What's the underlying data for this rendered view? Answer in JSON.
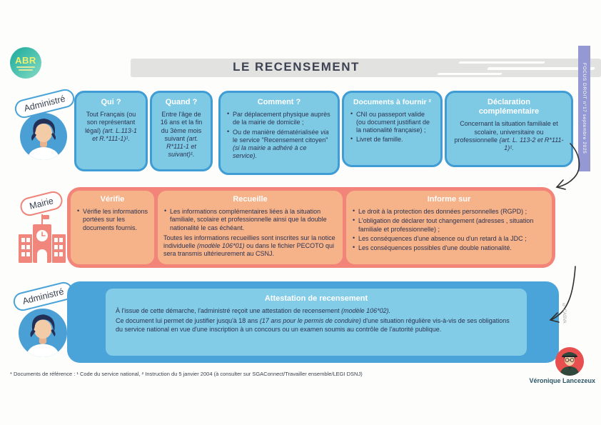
{
  "page": {
    "title": "LE RECENSEMENT",
    "side_banner": "FOCUS DROIT n°17 septembre 2025",
    "logo_text": "ABR",
    "footnote": "* Documents de référence : ¹ Code du service national, ² Instruction du 5 janvier 2004 (à consulter sur SGAConnect/Travailler ensemble/LEGI DSNJ)",
    "author": "Véronique Lancezeux",
    "copyright": "© CASVA"
  },
  "labels": {
    "administre_top": "Administré",
    "mairie": "Mairie",
    "administre_bottom": "Administré"
  },
  "colors": {
    "blue_border": "#3f9cd4",
    "blue_fill": "#7ecae5",
    "coral": "#f2847a",
    "orange_fill": "#f6b289",
    "row3_blue": "#4aa4d9",
    "banner_purple": "#9499d3",
    "logo_teal": "#2fb3a3",
    "author_avatar_red": "#e8504f"
  },
  "row1": [
    {
      "title": "Qui ?",
      "segments": [
        {
          "t": "Tout Français (ou son représentant légal) "
        },
        {
          "t": "(art. L.113-1 et R.*111-1)¹.",
          "i": true
        }
      ]
    },
    {
      "title": "Quand ?",
      "segments": [
        {
          "t": "Entre l'âge de 16 ans et la fin du 3ème mois suivant "
        },
        {
          "t": "(art. R*111-1 et suivant)¹.",
          "i": true
        }
      ]
    },
    {
      "title": "Comment ?",
      "items": [
        [
          {
            "t": "Par déplacement physique auprès de la mairie de domicile ;"
          }
        ],
        [
          {
            "t": "Ou de manière dématérialisée "
          },
          {
            "t": "via",
            "i": true
          },
          {
            "t": " le service \"Recensement citoyen\" "
          },
          {
            "t": "(si la mairie a adhéré à ce service).",
            "i": true
          }
        ]
      ]
    },
    {
      "title": "Documents à fournir ²",
      "items": [
        [
          {
            "t": "CNI ou passeport valide (ou document justifiant de la nationalité française) ;"
          }
        ],
        [
          {
            "t": "Livret de famille."
          }
        ]
      ]
    },
    {
      "title": "Déclaration complémentaire",
      "segments": [
        {
          "t": "Concernant la situation familiale et scolaire, universitaire ou professionnelle "
        },
        {
          "t": "(art. L. 113-2 et R*111-1)¹.",
          "i": true
        }
      ]
    }
  ],
  "row2": [
    {
      "title": "Vérifie",
      "items": [
        [
          {
            "t": "Vérifie les informations portées sur les documents fournis."
          }
        ]
      ]
    },
    {
      "title": "Recueille",
      "items": [
        [
          {
            "t": "Les informations complémentaires liées à la situation familiale, scolaire et professionnelle ainsi que la double nationalité le cas échéant."
          }
        ]
      ],
      "note": [
        {
          "t": "Toutes les informations recueillies sont inscrites sur la notice individuelle "
        },
        {
          "t": "(modèle 106*01)",
          "i": true
        },
        {
          "t": " ou dans le fichier PECOTO qui sera transmis ultérieurement au CSNJ."
        }
      ]
    },
    {
      "title": "Informe sur",
      "items": [
        [
          {
            "t": "Le droit à la protection des données personnelles (RGPD) ;"
          }
        ],
        [
          {
            "t": "L'obligation de déclarer tout changement (adresses , situation familiale et professionnelle) ;"
          }
        ],
        [
          {
            "t": "Les conséquences d'une absence ou d'un retard à la JDC ;"
          }
        ],
        [
          {
            "t": "Les conséquences possibles d'une double nationalité."
          }
        ]
      ]
    }
  ],
  "row3": {
    "title": "Attestation de recensement",
    "p1": [
      {
        "t": "À l'issue de cette démarche, l'administré reçoit une attestation de recensement "
      },
      {
        "t": "(modèle 106*02).",
        "i": true
      }
    ],
    "p2": [
      {
        "t": "Ce document lui permet de justifier jusqu'à 18 ans "
      },
      {
        "t": "(17 ans pour le permis de conduire)",
        "i": true
      },
      {
        "t": " d'une situation régulière vis-à-vis de ses obligations du service national en vue d'une inscription à un concours ou un examen soumis au contrôle de l'autorité publique."
      }
    ]
  }
}
